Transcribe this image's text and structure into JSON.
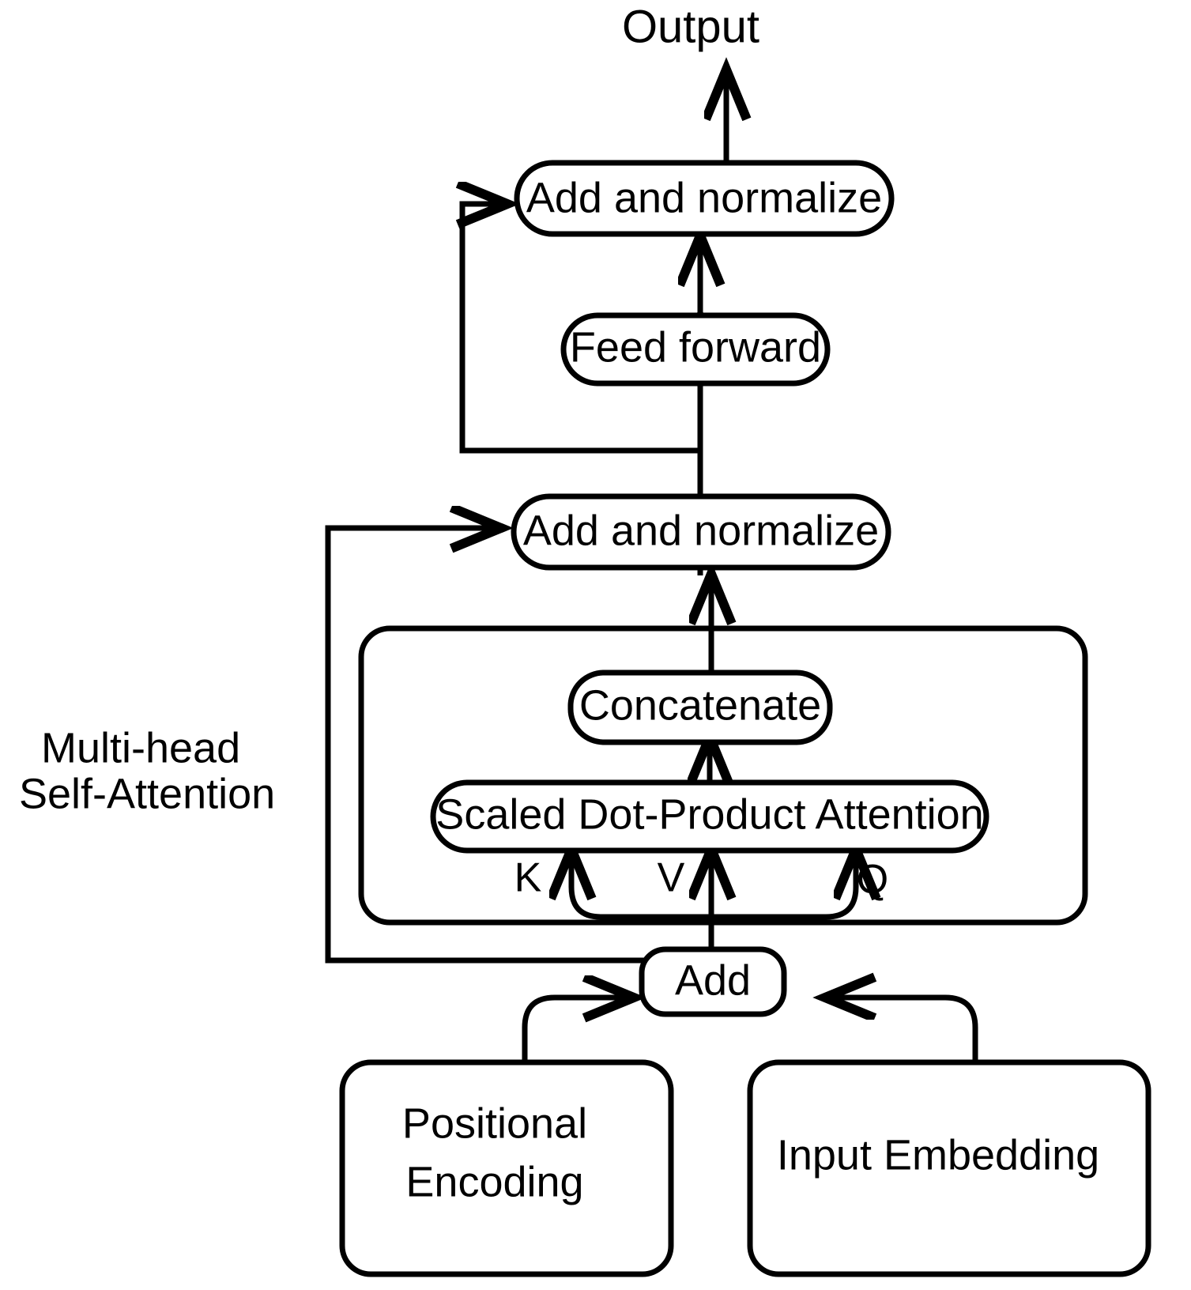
{
  "diagram": {
    "title": "Transformer Encoder Block Architecture",
    "background_color": "#ffffff",
    "line_color": "#000000",
    "io": {
      "output_label": "Output"
    },
    "group_label": {
      "line1": "Multi-head",
      "line2": "Self-Attention"
    },
    "nodes": {
      "add_norm_top": "Add and normalize",
      "feed_forward": "Feed forward",
      "add_norm_mid": "Add and normalize",
      "concatenate": "Concatenate",
      "scaled_dot_product": "Scaled Dot-Product Attention",
      "add": "Add",
      "positional_encoding_line1": "Positional",
      "positional_encoding_line2": "Encoding",
      "input_embedding": "Input Embedding"
    },
    "attention_inputs": {
      "k": "K",
      "v": "V",
      "q": "Q"
    }
  }
}
